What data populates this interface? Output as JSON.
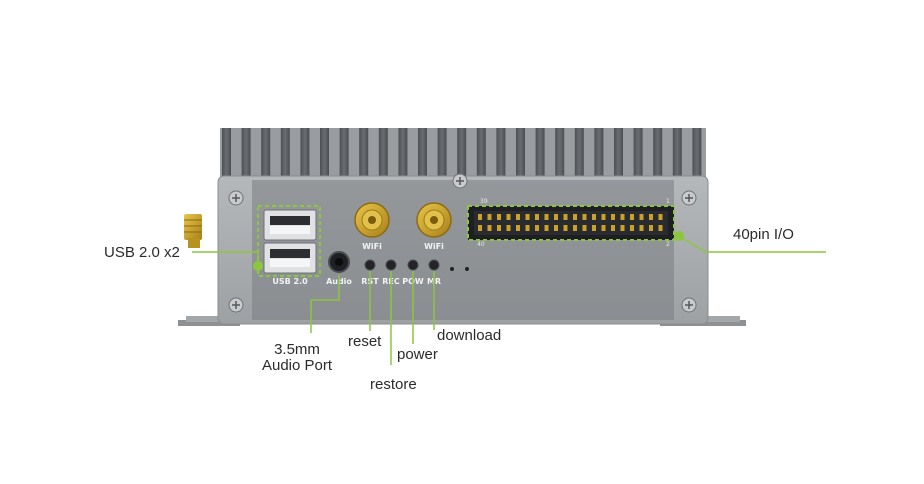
{
  "panel_labels": {
    "usb": "USB 2.0",
    "audio": "Audio",
    "wifi_left": "WiFi",
    "wifi_right": "WiFi",
    "rst": "RST",
    "rec": "REC",
    "pow": "POW",
    "mr": "MR",
    "pin_39": "39",
    "pin_1": "1",
    "pin_40": "40",
    "pin_2": "2"
  },
  "callouts": {
    "usb": "USB 2.0 x2",
    "gpio": "40pin I/O",
    "audio_line1": "3.5mm",
    "audio_line2": "Audio Port",
    "reset": "reset",
    "restore": "restore",
    "power": "power",
    "download": "download"
  },
  "colors": {
    "accent": "#8cc63f",
    "body": "#a9acaf",
    "fins": "#5a5d61",
    "gold": "#c9a227"
  },
  "icons": [
    "screw-icon",
    "antenna-icon",
    "usb-port-icon",
    "audio-jack-icon",
    "gpio-header-icon"
  ]
}
